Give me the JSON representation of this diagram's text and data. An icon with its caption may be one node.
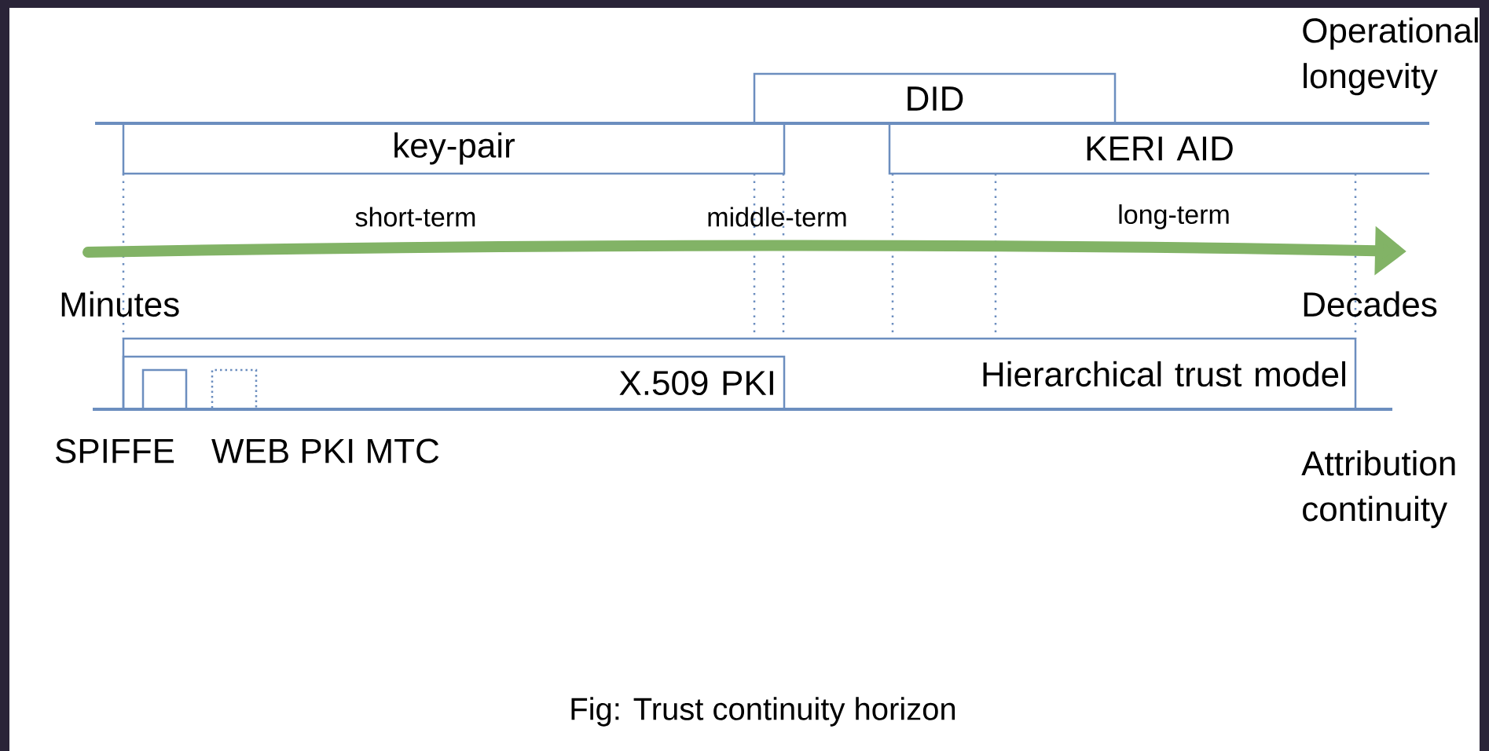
{
  "diagram": {
    "caption": "Fig: Trust continuity horizon",
    "nodes": [
      {
        "text": [
          "DID"
        ]
      },
      {
        "text": [
          "key-pair"
        ]
      },
      {
        "text": [
          "KERI AID"
        ]
      },
      {
        "text": [
          "Hierarchical trust model"
        ]
      },
      {
        "text": [
          "X.509 PKI"
        ],
        "in": 3
      },
      {
        "text": [
          "SPIFFE"
        ],
        "in": 4
      },
      {
        "text": [
          "WEB PKI MTC"
        ],
        "in": 4
      }
    ],
    "labels": [
      "Operational longevity",
      "short-term",
      "middle-term",
      "long-term",
      "Minutes",
      "Decades",
      "Attribution continuity"
    ]
  }
}
